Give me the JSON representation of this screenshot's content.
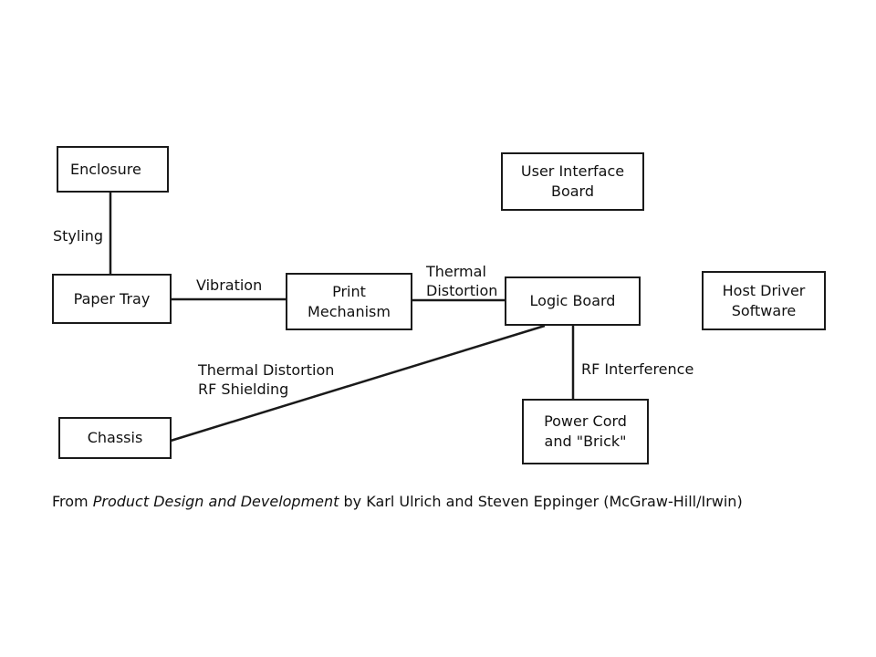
{
  "components": {
    "enclosure": "Enclosure",
    "user_interface_board": "User  Interface\nBoard",
    "paper_tray": "Paper  Tray",
    "print_mechanism": "Print\nMechanism",
    "logic_board": "Logic   Board",
    "host_driver_software": "Host  Driver\nSoftware",
    "chassis": "Chassis",
    "power_cord_brick": "Power  Cord\nand  \"Brick\""
  },
  "interactions": {
    "styling": "Styling",
    "vibration": "Vibration",
    "thermal_distortion": "Thermal\nDistortion",
    "thermal_rf": "Thermal  Distortion\nRF   Shielding",
    "rf_interference": "RF   Interference"
  },
  "caption": {
    "prefix": "From ",
    "book_title": "Product Design and Development",
    "suffix": " by Karl Ulrich and Steven Eppinger (McGraw-Hill/Irwin)"
  }
}
